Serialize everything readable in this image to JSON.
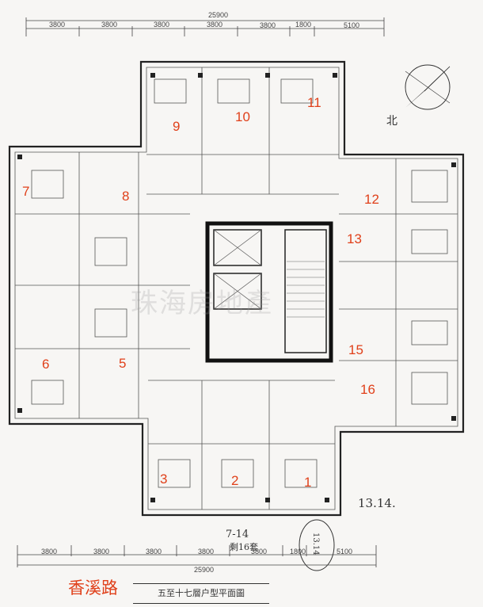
{
  "dimensions": {
    "top_total": "25900",
    "top_segments": [
      "3800",
      "3800",
      "3800",
      "3800",
      "3800",
      "1800",
      "5100"
    ],
    "bottom_total": "25900",
    "bottom_segments": [
      "3800",
      "3800",
      "3800",
      "3800",
      "3800",
      "1800",
      "5100"
    ]
  },
  "compass": {
    "north_label": "北"
  },
  "units": [
    "1",
    "2",
    "3",
    "5",
    "6",
    "7",
    "8",
    "9",
    "10",
    "11",
    "12",
    "13",
    "15",
    "16"
  ],
  "road_label": "香溪路",
  "plan_title": "五至十七層户型平面圖",
  "watermark": "珠海房地產",
  "handwritten": {
    "note_right": "13.14.",
    "note_bottom_line1": "7-14",
    "note_bottom_line2": "剩16套",
    "note_circled": "13.14"
  },
  "colors": {
    "unit_label": "#e0401a",
    "road_label": "#e0401a"
  }
}
